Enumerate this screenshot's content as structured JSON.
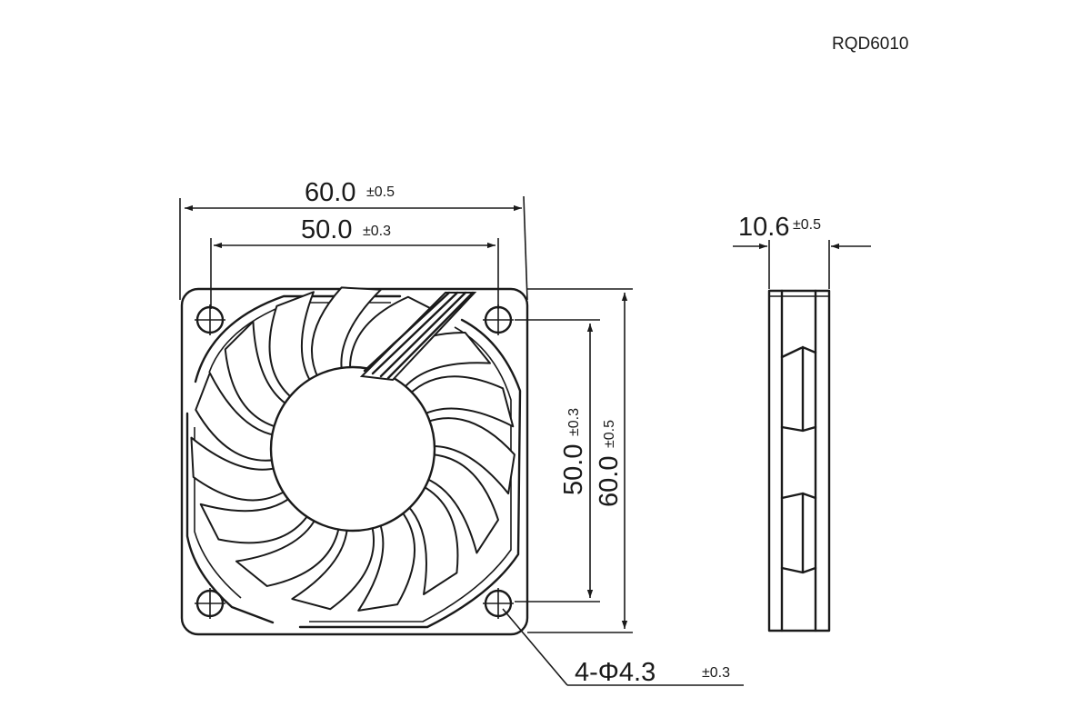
{
  "model": "RQD6010",
  "dimensions": {
    "overall_width": {
      "value": "60.0",
      "tolerance": "±0.5"
    },
    "hole_spacing_width": {
      "value": "50.0",
      "tolerance": "±0.3"
    },
    "overall_height": {
      "value": "60.0",
      "tolerance": "±0.5"
    },
    "hole_spacing_height": {
      "value": "50.0",
      "tolerance": "±0.3"
    },
    "thickness": {
      "value": "10.6",
      "tolerance": "±0.5"
    },
    "mounting_holes": {
      "value": "4-Φ4.3",
      "tolerance": "±0.3"
    }
  },
  "blade_count": 15
}
